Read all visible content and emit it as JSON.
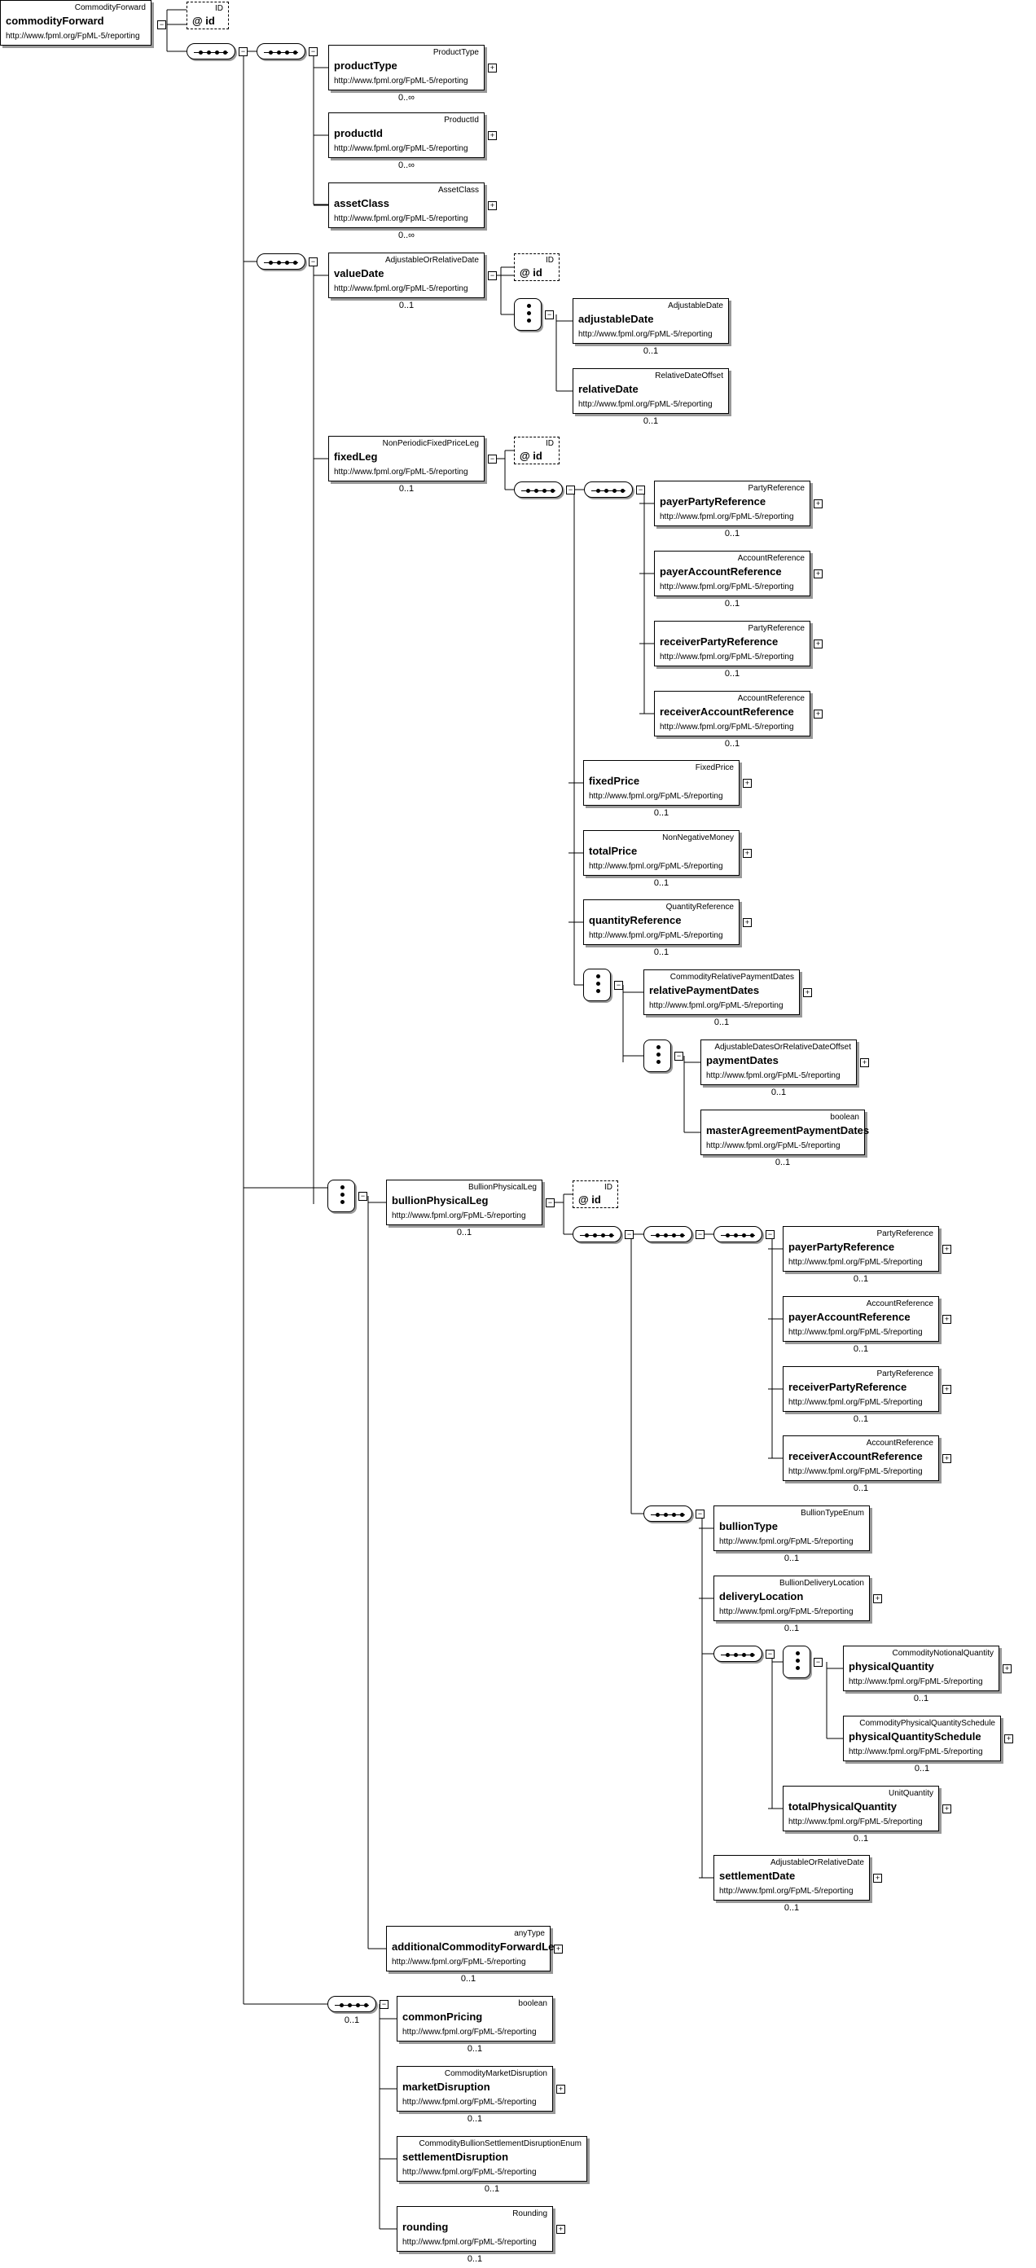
{
  "namespace": "http://www.fpml.org/FpML-5/reporting",
  "root": {
    "type": "CommodityForward",
    "name": "commodityForward",
    "ns": "http://www.fpml.org/FpML-5/reporting"
  },
  "nodes": [
    {
      "key": "productType",
      "type": "ProductType",
      "name": "productType",
      "ns": "http://www.fpml.org/FpML-5/reporting",
      "card": "0..∞"
    },
    {
      "key": "productId",
      "type": "ProductId",
      "name": "productId",
      "ns": "http://www.fpml.org/FpML-5/reporting",
      "card": "0..∞"
    },
    {
      "key": "assetClass",
      "type": "AssetClass",
      "name": "assetClass",
      "ns": "http://www.fpml.org/FpML-5/reporting",
      "card": "0..∞"
    },
    {
      "key": "valueDate",
      "type": "AdjustableOrRelativeDate",
      "name": "valueDate",
      "ns": "http://www.fpml.org/FpML-5/reporting",
      "card": "0..1"
    },
    {
      "key": "adjustableDate",
      "type": "AdjustableDate",
      "name": "adjustableDate",
      "ns": "http://www.fpml.org/FpML-5/reporting",
      "card": "0..1"
    },
    {
      "key": "relativeDate",
      "type": "RelativeDateOffset",
      "name": "relativeDate",
      "ns": "http://www.fpml.org/FpML-5/reporting",
      "card": "0..1"
    },
    {
      "key": "fixedLeg",
      "type": "NonPeriodicFixedPriceLeg",
      "name": "fixedLeg",
      "ns": "http://www.fpml.org/FpML-5/reporting",
      "card": "0..1"
    },
    {
      "key": "fl_payerParty",
      "type": "PartyReference",
      "name": "payerPartyReference",
      "ns": "http://www.fpml.org/FpML-5/reporting",
      "card": "0..1"
    },
    {
      "key": "fl_payerAccount",
      "type": "AccountReference",
      "name": "payerAccountReference",
      "ns": "http://www.fpml.org/FpML-5/reporting",
      "card": "0..1"
    },
    {
      "key": "fl_receiverParty",
      "type": "PartyReference",
      "name": "receiverPartyReference",
      "ns": "http://www.fpml.org/FpML-5/reporting",
      "card": "0..1"
    },
    {
      "key": "fl_receiverAccount",
      "type": "AccountReference",
      "name": "receiverAccountReference",
      "ns": "http://www.fpml.org/FpML-5/reporting",
      "card": "0..1"
    },
    {
      "key": "fixedPrice",
      "type": "FixedPrice",
      "name": "fixedPrice",
      "ns": "http://www.fpml.org/FpML-5/reporting",
      "card": "0..1"
    },
    {
      "key": "totalPrice",
      "type": "NonNegativeMoney",
      "name": "totalPrice",
      "ns": "http://www.fpml.org/FpML-5/reporting",
      "card": "0..1"
    },
    {
      "key": "quantityReference",
      "type": "QuantityReference",
      "name": "quantityReference",
      "ns": "http://www.fpml.org/FpML-5/reporting",
      "card": "0..1"
    },
    {
      "key": "relativePaymentDates",
      "type": "CommodityRelativePaymentDates",
      "name": "relativePaymentDates",
      "ns": "http://www.fpml.org/FpML-5/reporting",
      "card": "0..1"
    },
    {
      "key": "paymentDates",
      "type": "AdjustableDatesOrRelativeDateOffset",
      "name": "paymentDates",
      "ns": "http://www.fpml.org/FpML-5/reporting",
      "card": "0..1"
    },
    {
      "key": "masterAgreementPaymentDates",
      "type": "boolean",
      "name": "masterAgreementPaymentDates",
      "ns": "http://www.fpml.org/FpML-5/reporting",
      "card": "0..1"
    },
    {
      "key": "bullionPhysicalLeg",
      "type": "BullionPhysicalLeg",
      "name": "bullionPhysicalLeg",
      "ns": "http://www.fpml.org/FpML-5/reporting",
      "card": "0..1"
    },
    {
      "key": "bl_payerParty",
      "type": "PartyReference",
      "name": "payerPartyReference",
      "ns": "http://www.fpml.org/FpML-5/reporting",
      "card": "0..1"
    },
    {
      "key": "bl_payerAccount",
      "type": "AccountReference",
      "name": "payerAccountReference",
      "ns": "http://www.fpml.org/FpML-5/reporting",
      "card": "0..1"
    },
    {
      "key": "bl_receiverParty",
      "type": "PartyReference",
      "name": "receiverPartyReference",
      "ns": "http://www.fpml.org/FpML-5/reporting",
      "card": "0..1"
    },
    {
      "key": "bl_receiverAccount",
      "type": "AccountReference",
      "name": "receiverAccountReference",
      "ns": "http://www.fpml.org/FpML-5/reporting",
      "card": "0..1"
    },
    {
      "key": "bullionType",
      "type": "BullionTypeEnum",
      "name": "bullionType",
      "ns": "http://www.fpml.org/FpML-5/reporting",
      "card": "0..1"
    },
    {
      "key": "deliveryLocation",
      "type": "BullionDeliveryLocation",
      "name": "deliveryLocation",
      "ns": "http://www.fpml.org/FpML-5/reporting",
      "card": "0..1"
    },
    {
      "key": "physicalQuantity",
      "type": "CommodityNotionalQuantity",
      "name": "physicalQuantity",
      "ns": "http://www.fpml.org/FpML-5/reporting",
      "card": "0..1"
    },
    {
      "key": "physicalQuantitySchedule",
      "type": "CommodityPhysicalQuantitySchedule",
      "name": "physicalQuantitySchedule",
      "ns": "http://www.fpml.org/FpML-5/reporting",
      "card": "0..1"
    },
    {
      "key": "totalPhysicalQuantity",
      "type": "UnitQuantity",
      "name": "totalPhysicalQuantity",
      "ns": "http://www.fpml.org/FpML-5/reporting",
      "card": "0..1"
    },
    {
      "key": "settlementDate",
      "type": "AdjustableOrRelativeDate",
      "name": "settlementDate",
      "ns": "http://www.fpml.org/FpML-5/reporting",
      "card": "0..1"
    },
    {
      "key": "additionalCommodityForwardLeg",
      "type": "anyType",
      "name": "additionalCommodityForwardLeg",
      "ns": "http://www.fpml.org/FpML-5/reporting",
      "card": "0..1"
    },
    {
      "key": "commonPricing",
      "type": "boolean",
      "name": "commonPricing",
      "ns": "http://www.fpml.org/FpML-5/reporting",
      "card": "0..1"
    },
    {
      "key": "marketDisruption",
      "type": "CommodityMarketDisruption",
      "name": "marketDisruption",
      "ns": "http://www.fpml.org/FpML-5/reporting",
      "card": "0..1"
    },
    {
      "key": "settlementDisruption",
      "type": "CommodityBullionSettlementDisruptionEnum",
      "name": "settlementDisruption",
      "ns": "http://www.fpml.org/FpML-5/reporting",
      "card": "0..1"
    },
    {
      "key": "rounding",
      "type": "Rounding",
      "name": "rounding",
      "ns": "http://www.fpml.org/FpML-5/reporting",
      "card": "0..1"
    }
  ],
  "attributes": [
    {
      "key": "a_root",
      "type": "ID",
      "name": "@ id"
    },
    {
      "key": "a_valueDate",
      "type": "ID",
      "name": "@ id"
    },
    {
      "key": "a_fixedLeg",
      "type": "ID",
      "name": "@ id"
    },
    {
      "key": "a_bullion",
      "type": "ID",
      "name": "@ id"
    }
  ],
  "compositors": {
    "lastSequenceCard": "0..1"
  }
}
